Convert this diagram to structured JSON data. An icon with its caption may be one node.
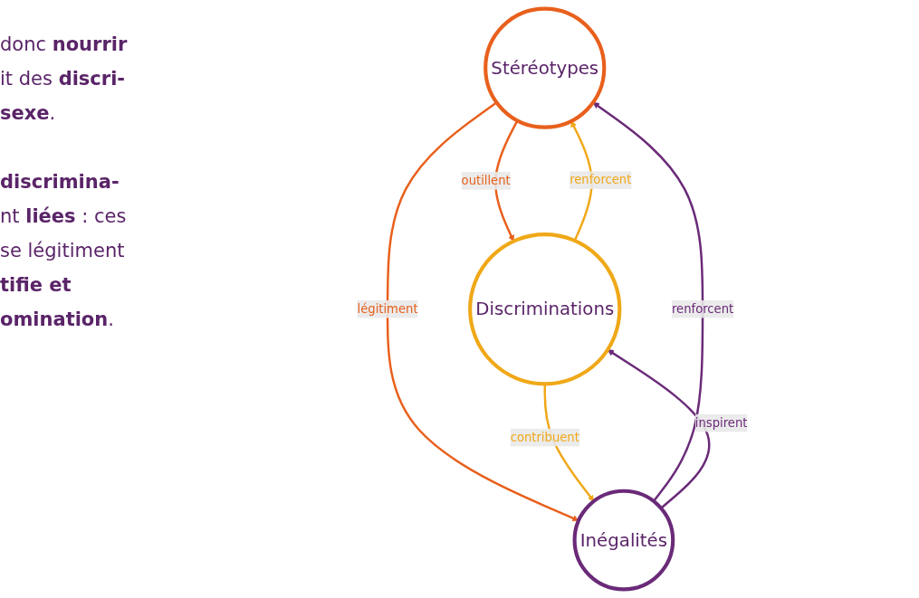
{
  "diagram": {
    "nodes": [
      {
        "text": [
          "Stéréotypes"
        ]
      },
      {
        "text": [
          "Discriminations"
        ]
      },
      {
        "text": [
          "Inégalités"
        ]
      }
    ],
    "edges": [
      {
        "from": 0,
        "to": 1,
        "arrow": "to",
        "label": "outillent",
        "color": "#e8601c"
      },
      {
        "from": 0,
        "to": 2,
        "arrow": "to",
        "label": "légitiment",
        "color": "#e8601c"
      },
      {
        "from": 1,
        "to": 0,
        "arrow": "to",
        "label": "renforcent",
        "color": "#f0a818"
      },
      {
        "from": 2,
        "to": 0,
        "arrow": "to",
        "label": "renforcent",
        "color": "#6a2a78"
      },
      {
        "from": 1,
        "to": 2,
        "arrow": "to",
        "label": "contribuent",
        "color": "#f0a818"
      },
      {
        "from": 2,
        "to": 1,
        "arrow": "to",
        "label": "inspirent",
        "color": "#6a2a78"
      }
    ],
    "labels": [
      "donc **nourrir**",
      "it des **discri-**",
      "**sexe**.",
      "**discrimina-**",
      "nt **liées** : ces",
      "se légitiment",
      "**tifie et**",
      "**omination**."
    ]
  }
}
